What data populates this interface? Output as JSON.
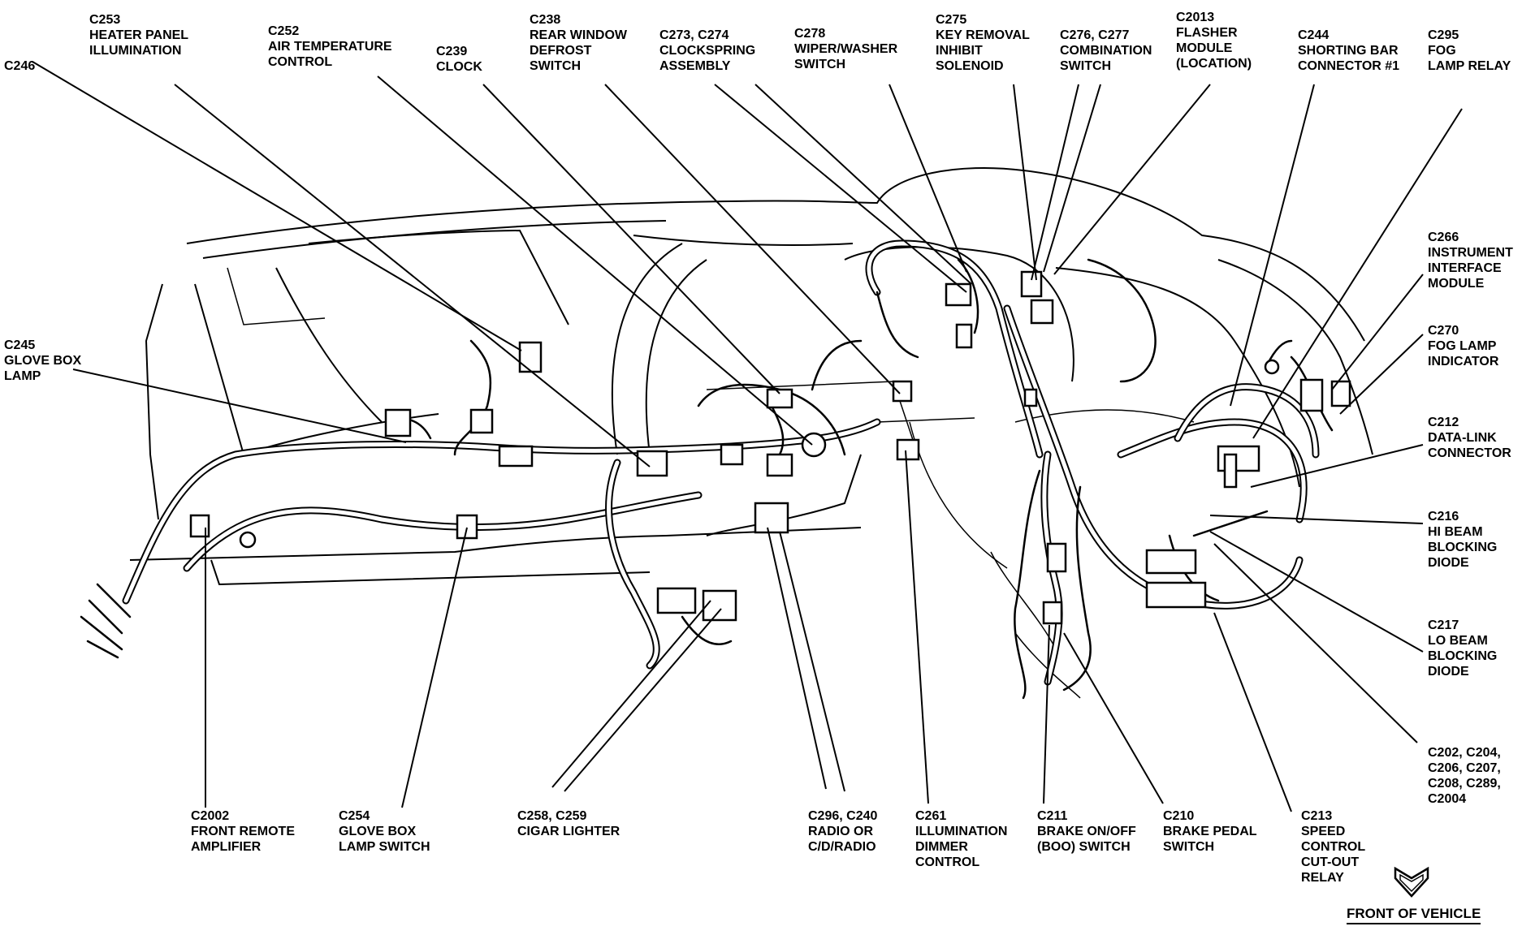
{
  "callouts": [
    {
      "id": "c246",
      "lines": [
        "C246"
      ]
    },
    {
      "id": "c253",
      "lines": [
        "C253",
        "HEATER PANEL",
        "ILLUMINATION"
      ]
    },
    {
      "id": "c252",
      "lines": [
        "C252",
        "AIR TEMPERATURE",
        "CONTROL"
      ]
    },
    {
      "id": "c239",
      "lines": [
        "C239",
        "CLOCK"
      ]
    },
    {
      "id": "c238",
      "lines": [
        "C238",
        "REAR WINDOW",
        "DEFROST",
        "SWITCH"
      ]
    },
    {
      "id": "c273",
      "lines": [
        "C273, C274",
        "CLOCKSPRING",
        "ASSEMBLY"
      ]
    },
    {
      "id": "c278",
      "lines": [
        "C278",
        "WIPER/WASHER",
        "SWITCH"
      ]
    },
    {
      "id": "c275",
      "lines": [
        "C275",
        "KEY REMOVAL",
        "INHIBIT",
        "SOLENOID"
      ]
    },
    {
      "id": "c276",
      "lines": [
        "C276, C277",
        "COMBINATION",
        "SWITCH"
      ]
    },
    {
      "id": "c2013",
      "lines": [
        "C2013",
        "FLASHER",
        "MODULE",
        "(LOCATION)"
      ]
    },
    {
      "id": "c244",
      "lines": [
        "C244",
        "SHORTING BAR",
        "CONNECTOR #1"
      ]
    },
    {
      "id": "c295",
      "lines": [
        "C295",
        "FOG",
        "LAMP RELAY"
      ]
    },
    {
      "id": "c266",
      "lines": [
        "C266",
        "INSTRUMENT",
        "INTERFACE",
        "MODULE"
      ]
    },
    {
      "id": "c270",
      "lines": [
        "C270",
        "FOG LAMP",
        "INDICATOR"
      ]
    },
    {
      "id": "c212",
      "lines": [
        "C212",
        "DATA-LINK",
        "CONNECTOR"
      ]
    },
    {
      "id": "c216",
      "lines": [
        "C216",
        "HI BEAM",
        "BLOCKING",
        "DIODE"
      ]
    },
    {
      "id": "c217",
      "lines": [
        "C217",
        "LO BEAM",
        "BLOCKING",
        "DIODE"
      ]
    },
    {
      "id": "c202",
      "lines": [
        "C202, C204,",
        "C206, C207,",
        "C208, C289,",
        "C2004"
      ]
    },
    {
      "id": "c245",
      "lines": [
        "C245",
        "GLOVE BOX",
        "LAMP"
      ]
    },
    {
      "id": "c2002",
      "lines": [
        "C2002",
        "FRONT REMOTE",
        "AMPLIFIER"
      ]
    },
    {
      "id": "c254",
      "lines": [
        "C254",
        "GLOVE BOX",
        "LAMP SWITCH"
      ]
    },
    {
      "id": "c258",
      "lines": [
        "C258, C259",
        "CIGAR LIGHTER"
      ]
    },
    {
      "id": "c296",
      "lines": [
        "C296, C240",
        "RADIO OR",
        "C/D/RADIO"
      ]
    },
    {
      "id": "c261",
      "lines": [
        "C261",
        "ILLUMINATION",
        "DIMMER",
        "CONTROL"
      ]
    },
    {
      "id": "c211",
      "lines": [
        "C211",
        "BRAKE ON/OFF",
        "(BOO) SWITCH"
      ]
    },
    {
      "id": "c210",
      "lines": [
        "C210",
        "BRAKE PEDAL",
        "SWITCH"
      ]
    },
    {
      "id": "c213",
      "lines": [
        "C213",
        "SPEED",
        "CONTROL",
        "CUT-OUT",
        "RELAY"
      ]
    }
  ],
  "orientation": {
    "label": "FRONT OF VEHICLE",
    "icon": "down-arrow-icon"
  }
}
